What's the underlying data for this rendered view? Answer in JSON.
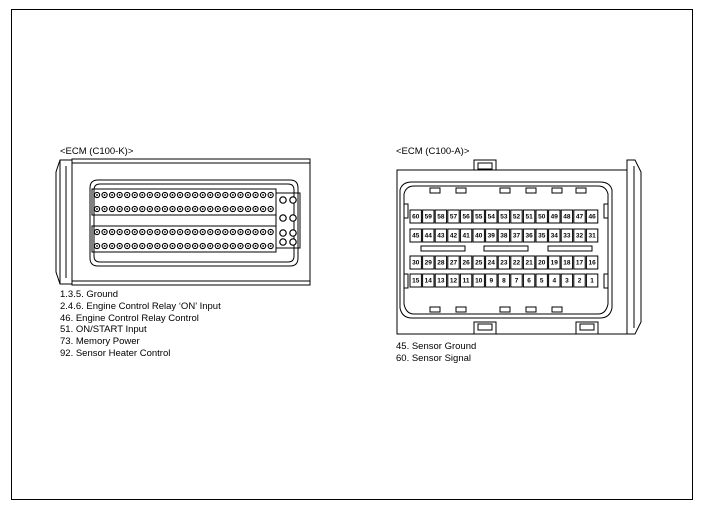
{
  "connector_k": {
    "title": "<ECM (C100-K)>",
    "legend": [
      "1.3.5. Ground",
      "2.4.6. Engine Control Relay ‘ON’ Input",
      "46. Engine Control Relay Control",
      "51. ON/START Input",
      "73. Memory Power",
      "92. Sensor Heater Control"
    ]
  },
  "connector_a": {
    "title": "<ECM (C100-A)>",
    "rows": [
      [
        "60",
        "59",
        "58",
        "57",
        "56",
        "55",
        "54",
        "53",
        "52",
        "51",
        "50",
        "49",
        "48",
        "47",
        "46"
      ],
      [
        "45",
        "44",
        "43",
        "42",
        "41",
        "40",
        "39",
        "38",
        "37",
        "36",
        "35",
        "34",
        "33",
        "32",
        "31"
      ],
      [
        "30",
        "29",
        "28",
        "27",
        "26",
        "25",
        "24",
        "23",
        "22",
        "21",
        "20",
        "19",
        "18",
        "17",
        "16"
      ],
      [
        "15",
        "14",
        "13",
        "12",
        "11",
        "10",
        "9",
        "8",
        "7",
        "6",
        "5",
        "4",
        "3",
        "2",
        "1"
      ]
    ],
    "legend": [
      "45. Sensor Ground",
      "60. Sensor Signal"
    ]
  }
}
